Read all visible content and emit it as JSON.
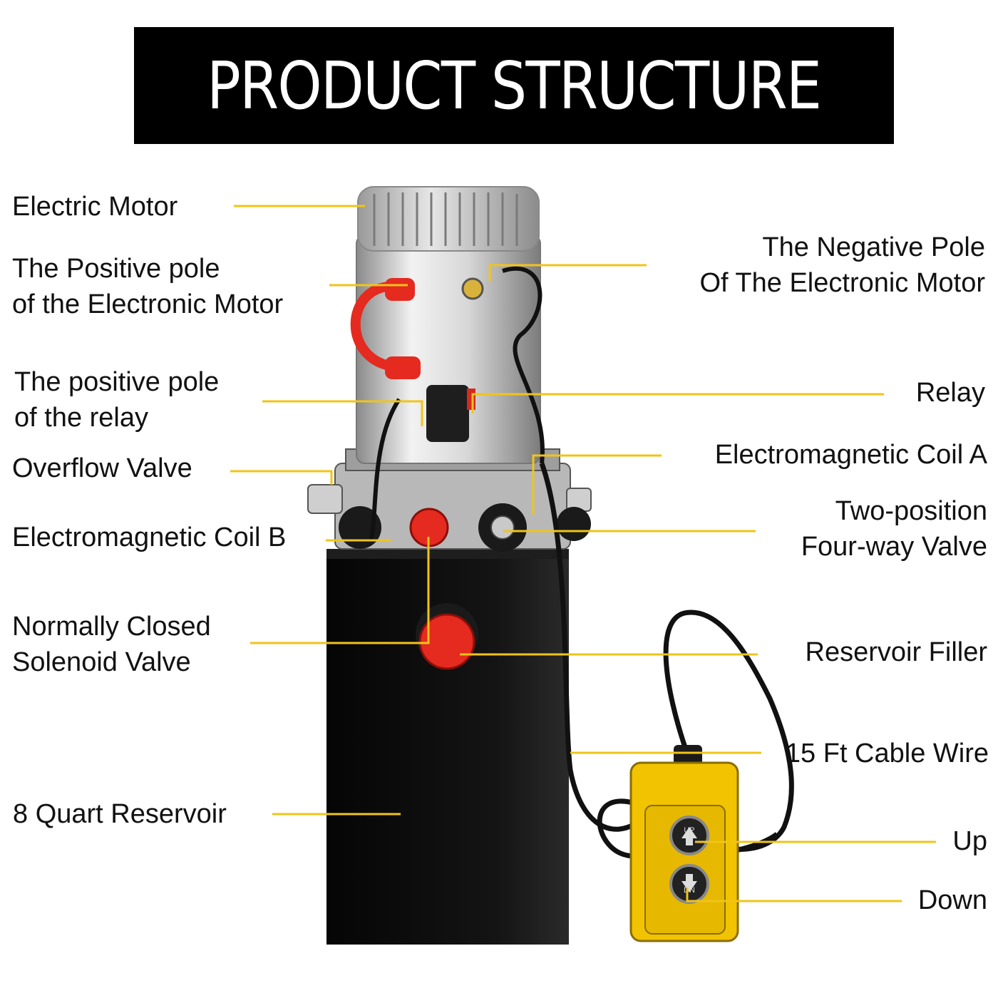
{
  "title": "PRODUCT STRUCTURE",
  "colors": {
    "title_bg": "#000000",
    "title_text": "#ffffff",
    "leader_line": "#f0c419",
    "reservoir": "#0d0d0d",
    "motor_body": "#c9c9c9",
    "cap_red": "#e52a1f",
    "pendant_yellow": "#f2c300"
  },
  "labels": {
    "electric_motor": "Electric Motor",
    "positive_pole_motor": [
      "The Positive pole",
      "of the Electronic Motor"
    ],
    "negative_pole_motor": [
      "The Negative Pole",
      "Of The Electronic Motor"
    ],
    "positive_pole_relay": [
      "The positive pole",
      "of the relay"
    ],
    "relay": "Relay",
    "overflow_valve": "Overflow Valve",
    "coil_a": "Electromagnetic Coil A",
    "coil_b": "Electromagnetic Coil B",
    "four_way_valve": [
      "Two-position",
      "Four-way Valve"
    ],
    "solenoid_valve": [
      "Normally Closed",
      "Solenoid Valve"
    ],
    "reservoir_filler": "Reservoir Filler",
    "cable_wire": "15 Ft Cable Wire",
    "reservoir": "8 Quart Reservoir",
    "up": "Up",
    "down": "Down"
  },
  "pendant": {
    "up_text": "UP",
    "down_text": "DN"
  }
}
